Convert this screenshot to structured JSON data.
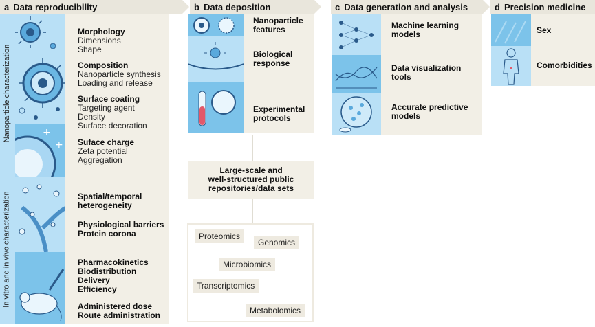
{
  "panel_a": {
    "letter": "a",
    "title": "Data reproducibility",
    "side_label_top": "Nanoparticle characterization",
    "side_label_bottom": "In vitro and in vivo characterization",
    "items": [
      {
        "bold": "Morphology",
        "normal": [
          "Dimensions",
          "Shape"
        ]
      },
      {
        "bold": "Composition",
        "normal": [
          "Nanoparticle synthesis",
          "Loading and release"
        ]
      },
      {
        "bold": "Surface coating",
        "normal": [
          "Targeting agent",
          "Density",
          "Surface decoration"
        ]
      },
      {
        "bold": "Suface charge",
        "normal": [
          "Zeta potential",
          "Aggregation"
        ]
      },
      {
        "bold": "Spatial/temporal heterogeneity",
        "normal": []
      },
      {
        "bold": "Physiological barriers Protein corona",
        "normal": []
      },
      {
        "bold": "Pharmacokinetics Biodistribution Delivery Efficiency",
        "normal": []
      },
      {
        "bold": "Administered dose Route administration",
        "normal": []
      }
    ],
    "bold_lines": {
      "morphology": "Morphology",
      "composition": "Composition",
      "surface_coating": "Surface coating",
      "surface_charge": "Suface charge",
      "spatial1": "Spatial/temporal",
      "spatial2": "heterogeneity",
      "phys1": "Physiological barriers",
      "phys2": "Protein corona",
      "pk1": "Pharmacokinetics",
      "pk2": "Biodistribution",
      "pk3": "Delivery",
      "pk4": "Efficiency",
      "dose1": "Administered dose",
      "dose2": "Route administration"
    },
    "normal_lines": {
      "dimensions": "Dimensions",
      "shape": "Shape",
      "synthesis": "Nanoparticle synthesis",
      "loading": "Loading and release",
      "targeting": "Targeting agent",
      "density": "Density",
      "decoration": "Surface decoration",
      "zeta": "Zeta potential",
      "aggregation": "Aggregation"
    }
  },
  "panel_b": {
    "letter": "b",
    "title": "Data deposition",
    "items": {
      "np1": "Nanoparticle",
      "np2": "features",
      "bio1": "Biological",
      "bio2": "response",
      "exp1": "Experimental",
      "exp2": "protocols"
    },
    "repo": {
      "line1": "Large-scale and",
      "line2": "well-structured public",
      "line3": "repositories/data sets"
    },
    "omics": {
      "proteomics": "Proteomics",
      "genomics": "Genomics",
      "microbiomics": "Microbiomics",
      "transcriptomics": "Transcriptomics",
      "metabolomics": "Metabolomics"
    }
  },
  "panel_c": {
    "letter": "c",
    "title": "Data generation and analysis",
    "items": {
      "ml1": "Machine learning",
      "ml2": "models",
      "dv1": "Data visualization",
      "dv2": "tools",
      "ap1": "Accurate predictive",
      "ap2": "models"
    }
  },
  "panel_d": {
    "letter": "d",
    "title": "Precision medicine",
    "items": {
      "sex": "Sex",
      "comorbidities": "Comorbidities"
    }
  },
  "colors": {
    "header_bg": "#e9e6dc",
    "panel_bg": "#f2efe6",
    "blue_dark": "#7cc3ea",
    "blue_light": "#b9e0f6",
    "icon_navy": "#2a5a8a"
  }
}
